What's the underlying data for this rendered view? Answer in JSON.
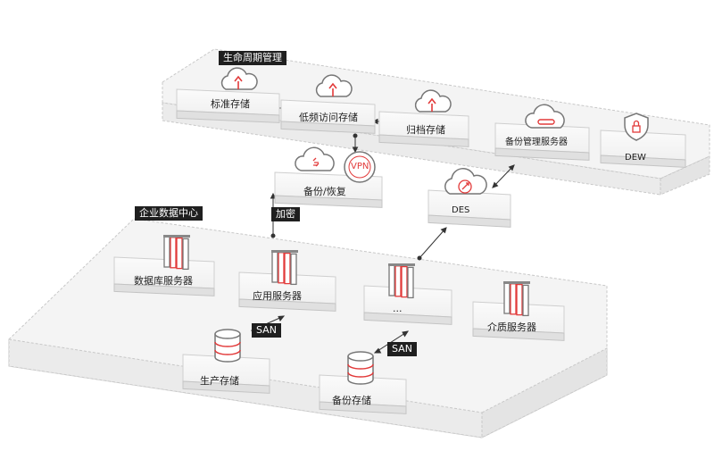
{
  "zones": {
    "lifecycle": "生命周期管理",
    "datacenter": "企业数据中心"
  },
  "nodes": {
    "standard_storage": "标准存储",
    "infrequent_storage": "低频访问存储",
    "archive_storage": "归档存储",
    "backup_mgmt_server": "备份管理服务器",
    "dew": "DEW",
    "backup_restore": "备份/恢复",
    "des": "DES",
    "db_server": "数据库服务器",
    "app_server": "应用服务器",
    "ellipsis": "...",
    "media_server": "介质服务器",
    "production_storage": "生产存储",
    "backup_storage": "备份存储"
  },
  "tags": {
    "encrypt": "加密",
    "san_left": "SAN",
    "san_right": "SAN"
  },
  "icons": {
    "vpn": "VPN"
  },
  "colors": {
    "accent": "#e23a3a",
    "panel": "#f3f3f3",
    "tag": "#1f1f1f"
  }
}
